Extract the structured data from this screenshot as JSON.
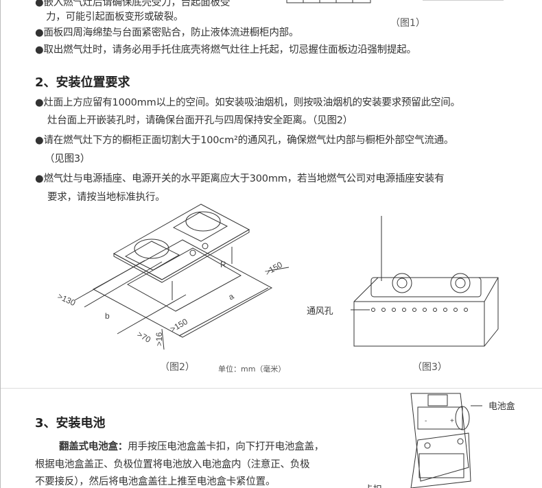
{
  "section1": {
    "partial_line": "●嵌入燃气灶后请确保底壳受力，台起面板受",
    "line_cont": "力，可能引起面板变形或破裂。",
    "bullet2": "●面板四周海绵垫与台面紧密贴合，防止液体流进橱柜内部。",
    "bullet3": "●取出燃气灶时，请务必用手托住底壳将燃气灶往上托起，切忌握住面板边沿强制提起。",
    "fig1_caption": "（图1）"
  },
  "section2": {
    "title": "2、安装位置要求",
    "lines": [
      "●灶面上方应留有1000mm以上的空间。如安装吸油烟机，则按吸油烟机的安装要求预留此空间。",
      "灶台面上开嵌装孔时，请确保台面开孔与四周保持安全距离。（见图2）",
      "●请在燃气灶下方的橱柜正面切割大于100cm²的通风孔，确保燃气灶内部与橱柜外部空气流通。",
      "（见图3）",
      "●燃气灶与电源插座、电源开关的水平距离应大于300mm，若当地燃气公司对电源插座安装有",
      "要求，请按当地标准执行。"
    ],
    "fig2": {
      "labels": {
        "d130": ">130",
        "b": "b",
        "d70": ">70",
        "d16": ">16",
        "d150a": ">150",
        "a": "a",
        "r": "R",
        "d150b": ">150"
      },
      "caption": "（图2）",
      "unit": "单位：mm（毫米）"
    },
    "fig3": {
      "vent_label": "通风孔",
      "caption": "（图3）"
    }
  },
  "section3": {
    "title": "3、安装电池",
    "bold_lead": "翻盖式电池盒：",
    "line1": "用手按压电池盒盖卡扣，向下打开电池盒盖，",
    "line2": "根据电池盒盖正、负极位置将电池放入电池盒内（注意正、负极",
    "line3": "不要接反），然后将电池盒盖往上推至电池盒卡紧位置。",
    "fig_label_box": "电池盒",
    "fig_label_clip": "卡扣"
  }
}
